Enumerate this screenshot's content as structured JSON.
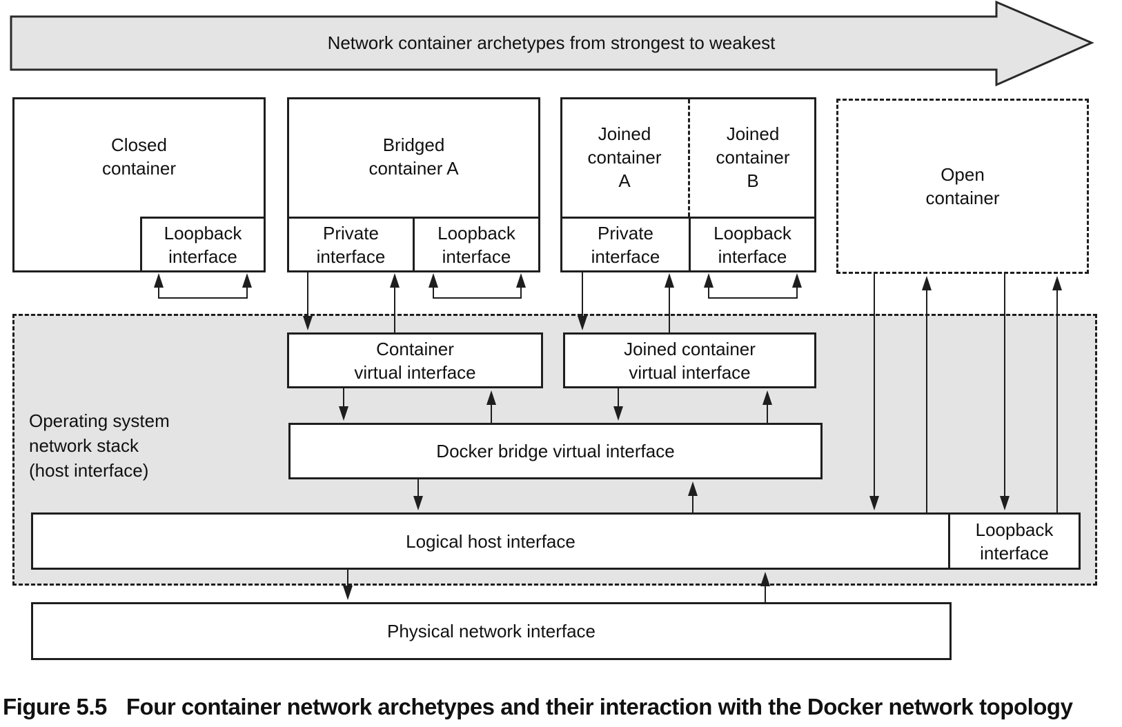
{
  "header_arrow": {
    "label": "Network container archetypes from strongest to weakest"
  },
  "containers": {
    "closed": {
      "title": "Closed\ncontainer",
      "loopback": "Loopback\ninterface"
    },
    "bridged": {
      "title": "Bridged\ncontainer A",
      "private": "Private\ninterface",
      "loopback": "Loopback\ninterface"
    },
    "joined": {
      "a": "Joined\ncontainer\nA",
      "b": "Joined\ncontainer\nB",
      "private": "Private\ninterface",
      "loopback": "Loopback\ninterface"
    },
    "open": {
      "title": "Open\ncontainer"
    }
  },
  "os_stack": {
    "label": "Operating system\nnetwork stack\n(host interface)",
    "container_virtual": "Container\nvirtual interface",
    "joined_virtual": "Joined container\nvirtual interface",
    "docker_bridge": "Docker bridge virtual interface",
    "logical_host": "Logical host interface",
    "loopback": "Loopback\ninterface"
  },
  "physical": {
    "label": "Physical network interface"
  },
  "caption": {
    "figure_label": "Figure 5.5",
    "text": "Four container network archetypes and their interaction with the Docker network topology"
  },
  "colors": {
    "diagram_gray": "#e4e4e4",
    "line": "#1e1e1e",
    "box_background": "#ffffff"
  }
}
